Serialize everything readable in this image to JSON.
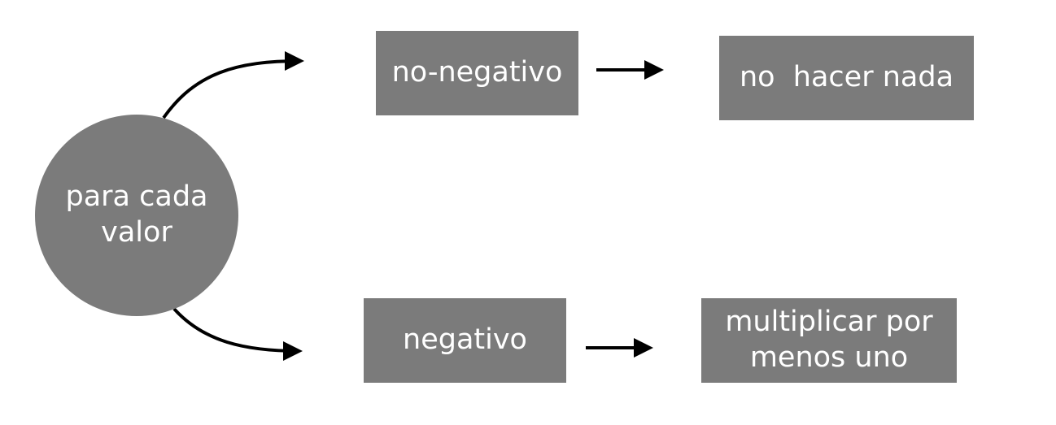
{
  "diagram": {
    "nodes": {
      "start": {
        "label": "para cada\nvalor"
      },
      "nonnegative": {
        "label": "no-negativo"
      },
      "do_nothing": {
        "label": "no  hacer nada"
      },
      "negative": {
        "label": "negativo"
      },
      "multiply": {
        "label": "multiplicar por\nmenos uno"
      }
    },
    "colors": {
      "node_fill": "#7b7b7b",
      "node_text": "#ffffff",
      "arrow": "#000000",
      "background": "#ffffff"
    }
  }
}
